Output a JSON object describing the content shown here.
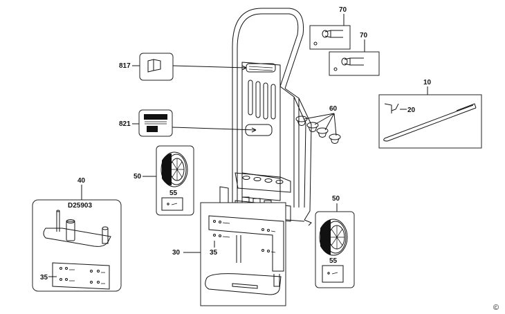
{
  "diagram": {
    "callouts": {
      "c70a": "70",
      "c70b": "70",
      "c817": "817",
      "c10": "10",
      "c20": "20",
      "c60": "60",
      "c821": "821",
      "c50a": "50",
      "c55a": "55",
      "c40": "40",
      "c50b": "50",
      "c55b": "55",
      "c30": "30",
      "c35a": "35",
      "c35b": "35"
    },
    "model_label": "D25903",
    "copyright": "©"
  }
}
